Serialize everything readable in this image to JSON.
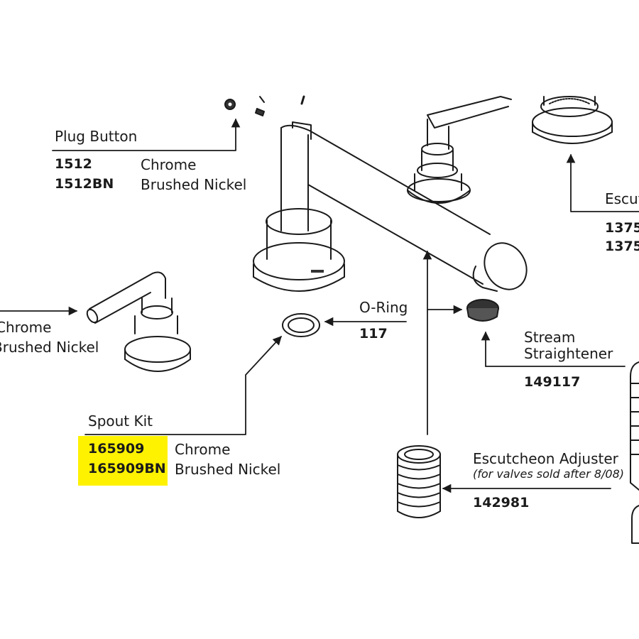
{
  "labels": {
    "plug_button": {
      "title": "Plug Button",
      "parts": [
        {
          "number": "1512",
          "finish": "Chrome"
        },
        {
          "number": "1512BN",
          "finish": "Brushed Nickel"
        }
      ]
    },
    "escutcheon": {
      "title": "Escut",
      "parts": [
        "1375",
        "1375"
      ]
    },
    "handle": {
      "finishes": [
        "Chrome",
        "Brushed Nickel"
      ]
    },
    "o_ring": {
      "title": "O-Ring",
      "number": "117"
    },
    "stream_straightener": {
      "title_lines": [
        "Stream",
        "Straightener"
      ],
      "number": "149117"
    },
    "spout_kit": {
      "title": "Spout Kit",
      "parts": [
        {
          "number": "165909",
          "finish": "Chrome"
        },
        {
          "number": "165909BN",
          "finish": "Brushed Nickel"
        }
      ]
    },
    "escutcheon_adjuster": {
      "title": "Escutcheon Adjuster",
      "note": "(for valves sold after 8/08)",
      "number": "142981"
    }
  },
  "colors": {
    "line": "#1a1a1a",
    "highlight": "#fff200",
    "background": "#ffffff"
  }
}
